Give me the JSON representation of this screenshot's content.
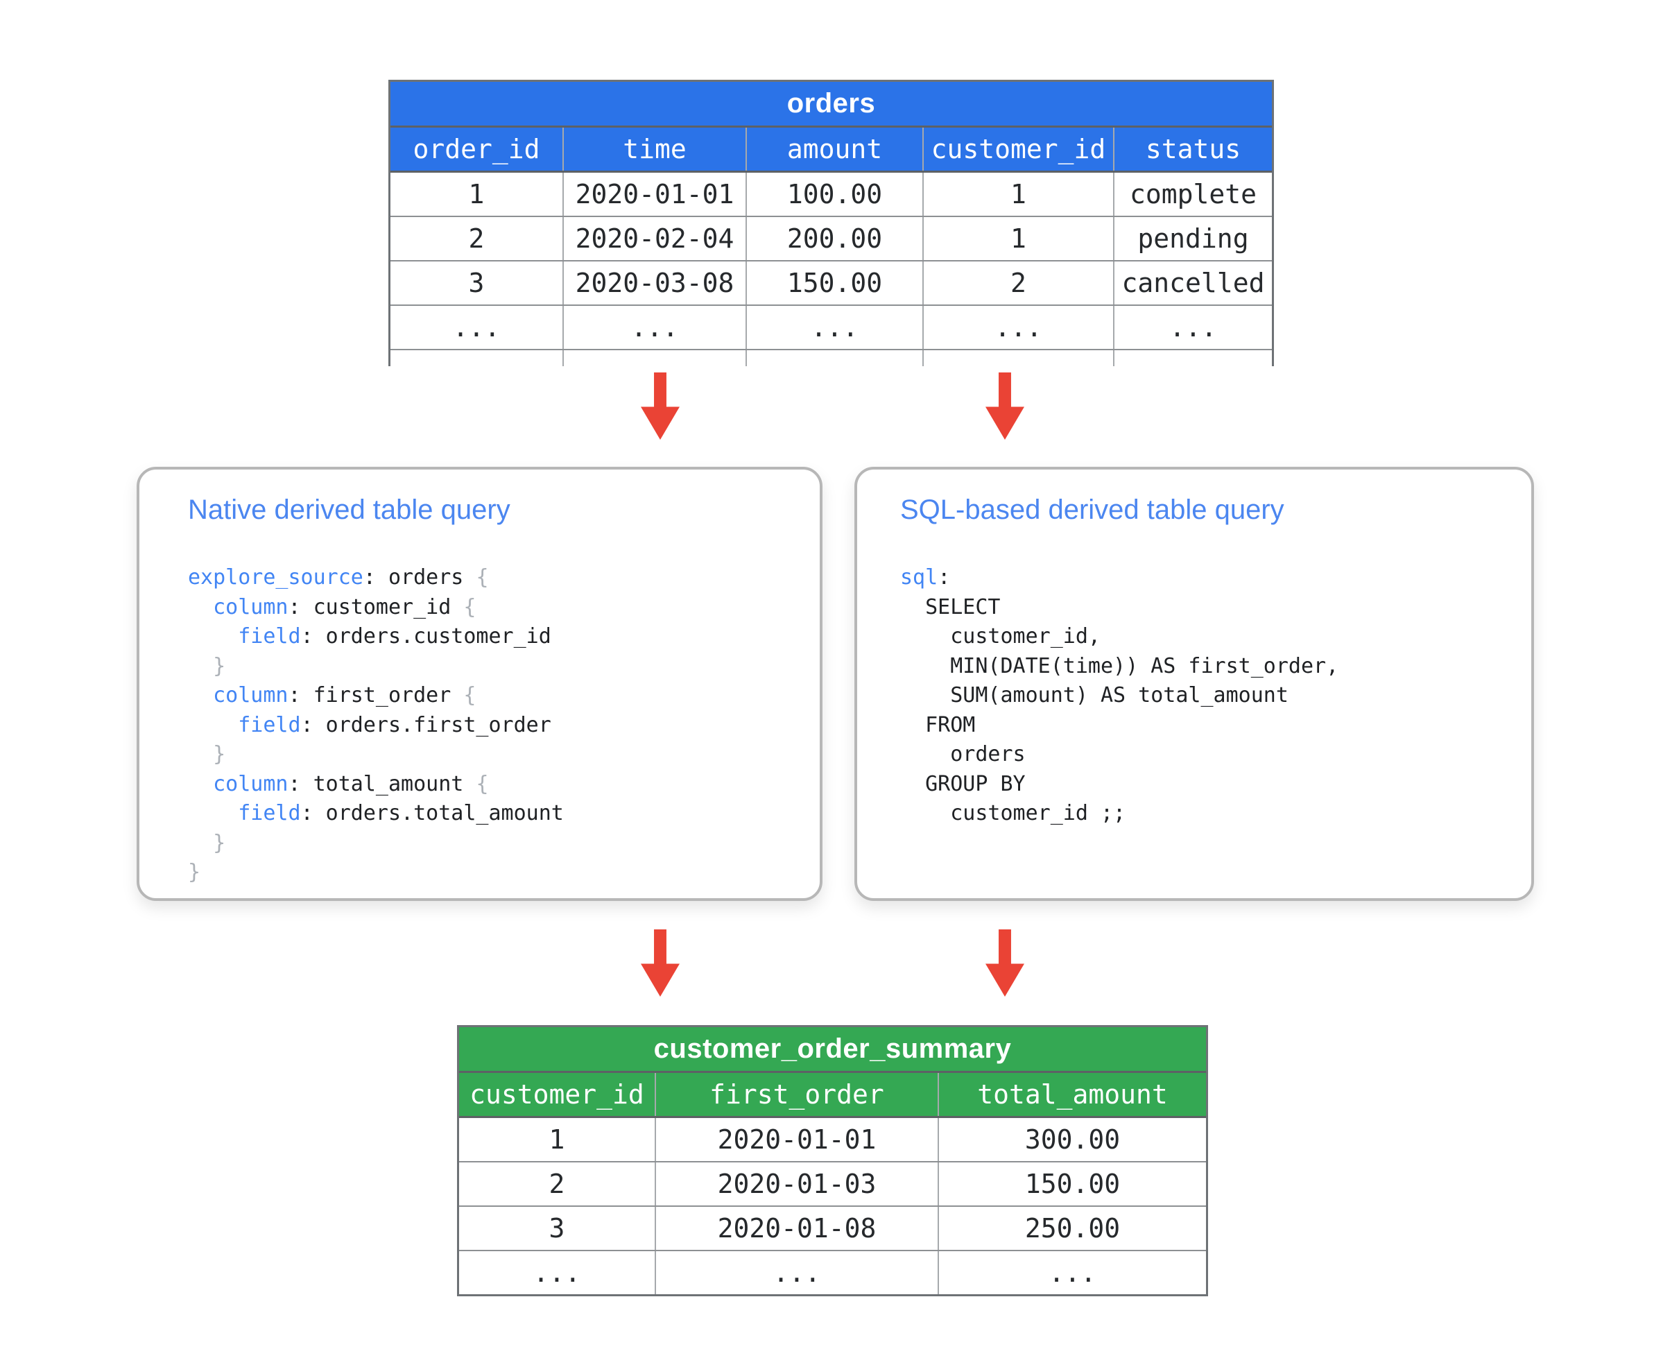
{
  "colors": {
    "table_header_blue": "#2b73e8",
    "table_header_green": "#34a853",
    "arrow_red": "#ea4335",
    "keyword_blue": "#4285f4",
    "box_title_blue": "#4b86f0",
    "brace_gray": "#acb1b7",
    "code_text": "#1f2124",
    "table_text": "#26292c",
    "box_border_gray": "#b7b7b7"
  },
  "icons": {
    "flow_arrow": "down-arrow-icon"
  },
  "orders_table": {
    "title": "orders",
    "columns": [
      "order_id",
      "time",
      "amount",
      "customer_id",
      "status"
    ],
    "rows": [
      [
        "1",
        "2020-01-01",
        "100.00",
        "1",
        "complete"
      ],
      [
        "2",
        "2020-02-04",
        "200.00",
        "1",
        "pending"
      ],
      [
        "3",
        "2020-03-08",
        "150.00",
        "2",
        "cancelled"
      ],
      [
        "...",
        "...",
        "...",
        "...",
        "..."
      ]
    ],
    "partial_rows": [
      [
        "",
        "",
        "",
        "",
        ""
      ]
    ]
  },
  "native_box": {
    "title": "Native derived table query",
    "code": [
      [
        {
          "c": "kw",
          "t": "explore_source"
        },
        {
          "c": "pl",
          "t": ": orders "
        },
        {
          "c": "br",
          "t": "{"
        }
      ],
      [
        {
          "c": "pl",
          "t": "  "
        },
        {
          "c": "kw",
          "t": "column"
        },
        {
          "c": "pl",
          "t": ": customer_id "
        },
        {
          "c": "br",
          "t": "{"
        }
      ],
      [
        {
          "c": "pl",
          "t": "    "
        },
        {
          "c": "kw",
          "t": "field"
        },
        {
          "c": "pl",
          "t": ": orders.customer_id"
        }
      ],
      [
        {
          "c": "br",
          "t": "  }"
        }
      ],
      [
        {
          "c": "pl",
          "t": "  "
        },
        {
          "c": "kw",
          "t": "column"
        },
        {
          "c": "pl",
          "t": ": first_order "
        },
        {
          "c": "br",
          "t": "{"
        }
      ],
      [
        {
          "c": "pl",
          "t": "    "
        },
        {
          "c": "kw",
          "t": "field"
        },
        {
          "c": "pl",
          "t": ": orders.first_order"
        }
      ],
      [
        {
          "c": "br",
          "t": "  }"
        }
      ],
      [
        {
          "c": "pl",
          "t": "  "
        },
        {
          "c": "kw",
          "t": "column"
        },
        {
          "c": "pl",
          "t": ": total_amount "
        },
        {
          "c": "br",
          "t": "{"
        }
      ],
      [
        {
          "c": "pl",
          "t": "    "
        },
        {
          "c": "kw",
          "t": "field"
        },
        {
          "c": "pl",
          "t": ": orders.total_amount"
        }
      ],
      [
        {
          "c": "br",
          "t": "  }"
        }
      ],
      [
        {
          "c": "br",
          "t": "}"
        }
      ]
    ]
  },
  "sql_box": {
    "title": "SQL-based derived table query",
    "code": [
      [
        {
          "c": "kw",
          "t": "sql"
        },
        {
          "c": "pl",
          "t": ":"
        }
      ],
      [
        {
          "c": "pl",
          "t": "  SELECT"
        }
      ],
      [
        {
          "c": "pl",
          "t": "    customer_id,"
        }
      ],
      [
        {
          "c": "pl",
          "t": "    MIN(DATE(time)) AS first_order,"
        }
      ],
      [
        {
          "c": "pl",
          "t": "    SUM(amount) AS total_amount"
        }
      ],
      [
        {
          "c": "pl",
          "t": "  FROM"
        }
      ],
      [
        {
          "c": "pl",
          "t": "    orders"
        }
      ],
      [
        {
          "c": "pl",
          "t": "  GROUP BY"
        }
      ],
      [
        {
          "c": "pl",
          "t": "    customer_id ;;"
        }
      ]
    ]
  },
  "summary_table": {
    "title": "customer_order_summary",
    "columns": [
      "customer_id",
      "first_order",
      "total_amount"
    ],
    "rows": [
      [
        "1",
        "2020-01-01",
        "300.00"
      ],
      [
        "2",
        "2020-01-03",
        "150.00"
      ],
      [
        "3",
        "2020-01-08",
        "250.00"
      ],
      [
        "...",
        "...",
        "..."
      ]
    ]
  }
}
